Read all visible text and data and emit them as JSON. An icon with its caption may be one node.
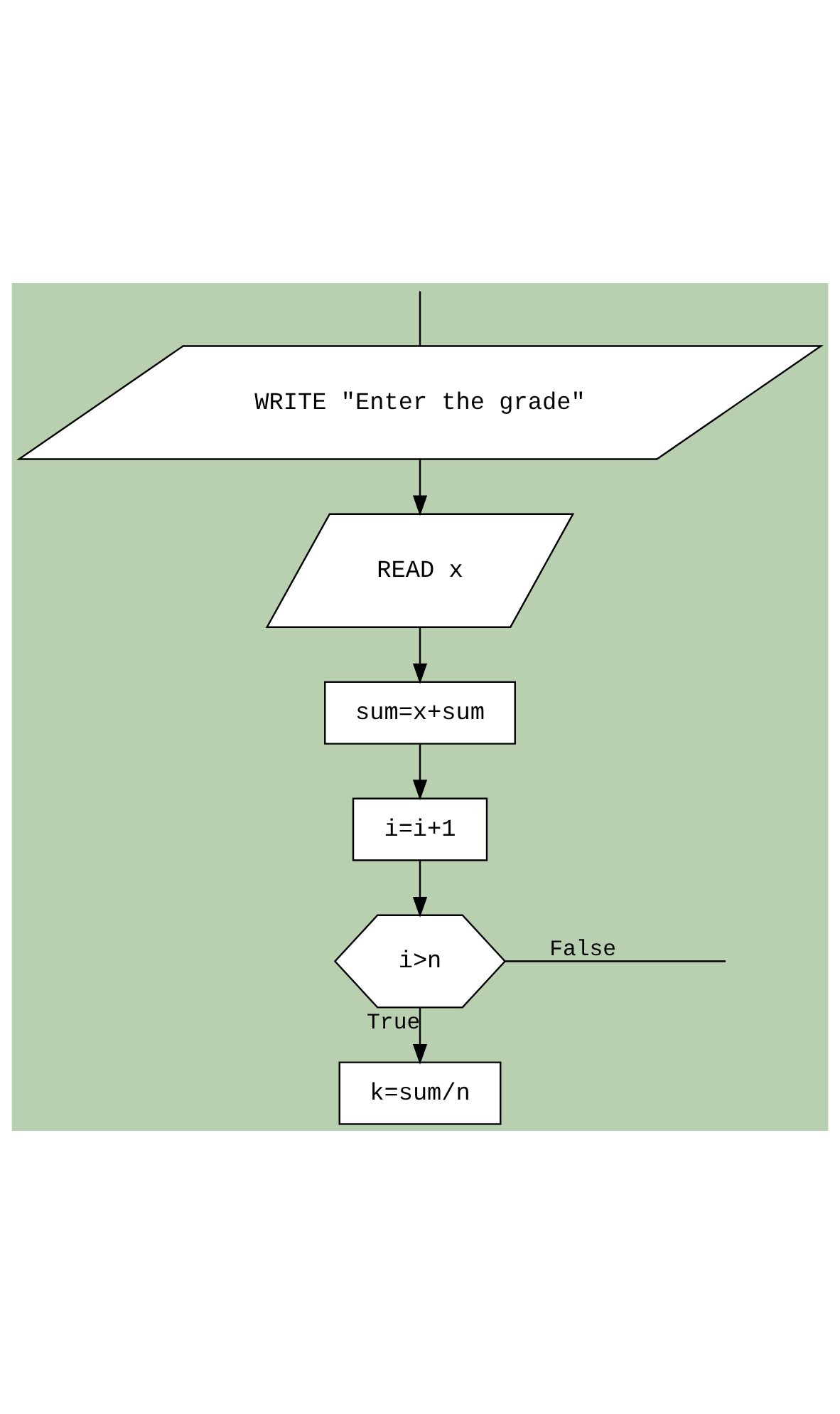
{
  "diagram": {
    "nodes": [
      {
        "text": [
          "WRITE \"Enter the grade\""
        ]
      },
      {
        "text": [
          "READ x"
        ]
      },
      {
        "text": [
          "sum=x+sum"
        ]
      },
      {
        "text": [
          "i=i+1"
        ]
      },
      {
        "text": [
          "i>n"
        ]
      },
      {
        "text": [
          "k=sum/n"
        ]
      }
    ],
    "edges": [
      {
        "from": null,
        "to": 0,
        "arrow": "none"
      },
      {
        "from": 0,
        "to": 1,
        "arrow": "to"
      },
      {
        "from": 1,
        "to": 2,
        "arrow": "to"
      },
      {
        "from": 2,
        "to": 3,
        "arrow": "to"
      },
      {
        "from": 3,
        "to": 4,
        "arrow": "to"
      },
      {
        "from": 4,
        "to": 5,
        "arrow": "to",
        "label": "True"
      },
      {
        "from": 4,
        "to": null,
        "arrow": "none",
        "label": "False"
      }
    ]
  }
}
